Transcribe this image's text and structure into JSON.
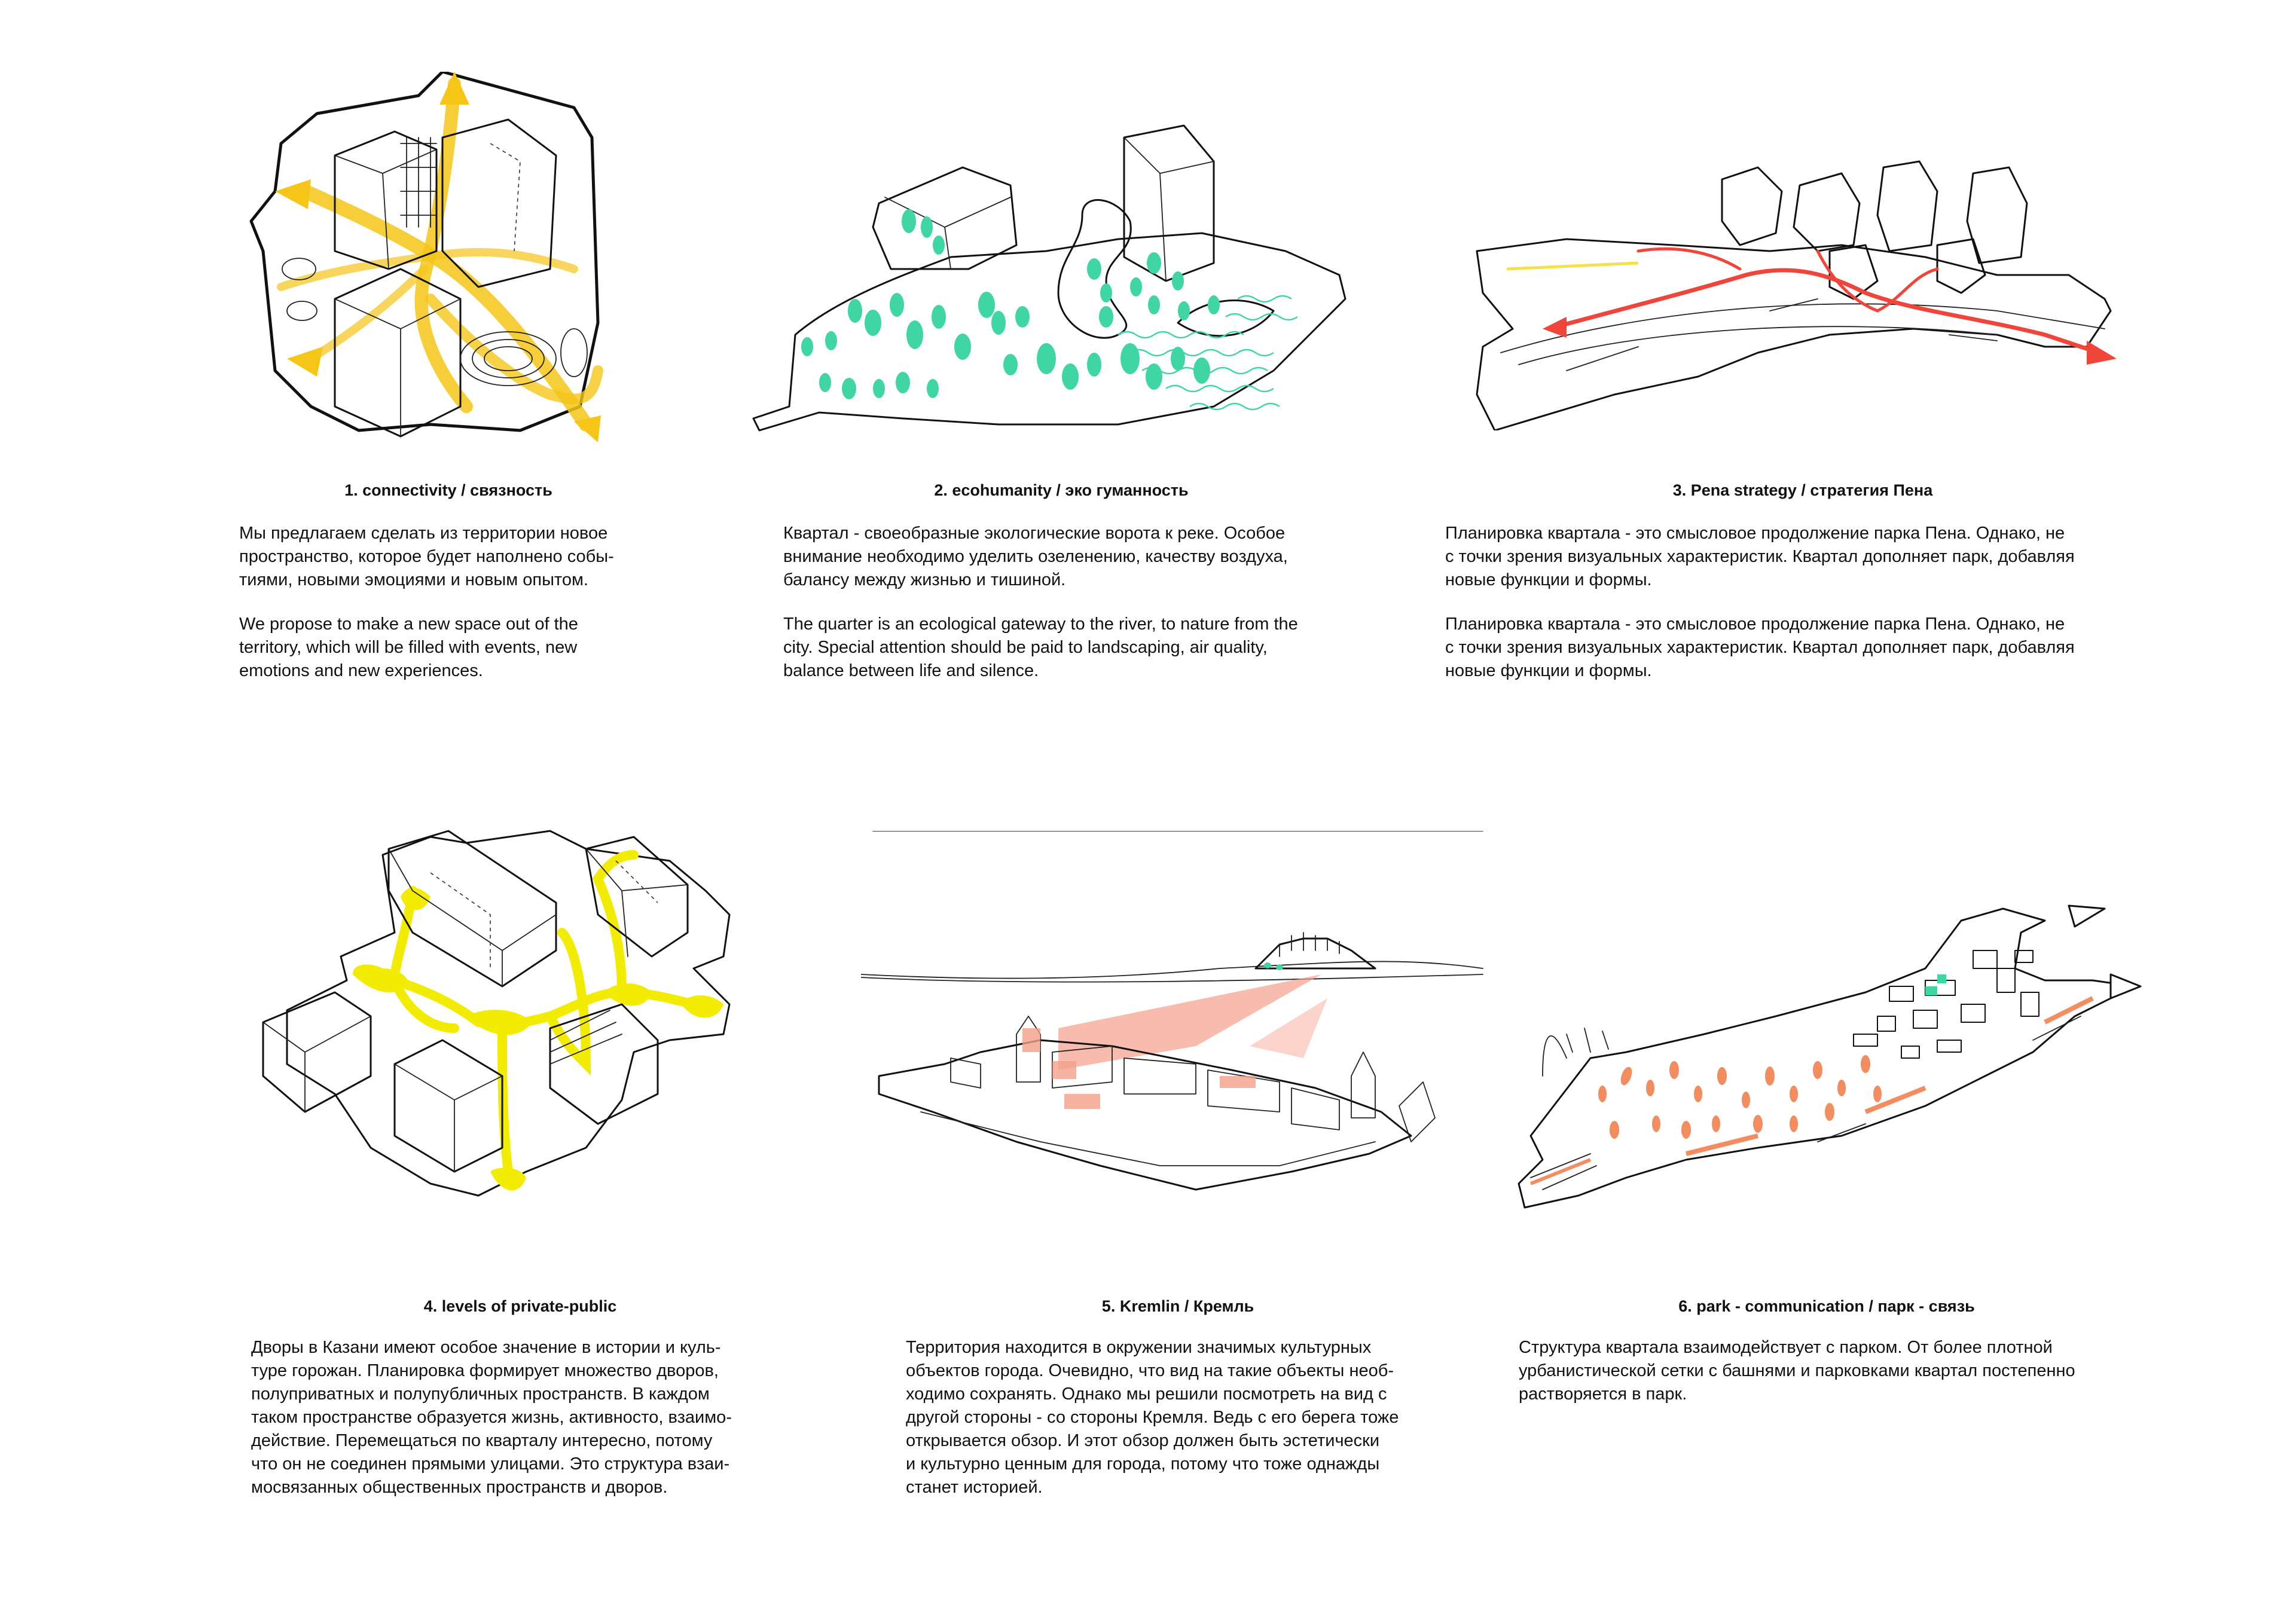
{
  "colors": {
    "connectivity": "#f5c518",
    "ecohumanity": "#3fd6a4",
    "pena": "#f0453a",
    "privatepublic": "#f2ec00",
    "kremlin": "#f4a08a",
    "park": "#f07a45",
    "ink": "#111111"
  },
  "panels": [
    {
      "title": "1. connectivity / связность",
      "paragraphs": [
        "Мы предлагаем сделать из территории новое\nпространство, которое будет наполнено собы-\nтиями, новыми эмоциями и новым опытом.",
        "We propose to make a new space out of the\nterritory, which will be filled with events, new\nemotions and new experiences."
      ]
    },
    {
      "title": "2. ecohumanity / эко гуманность",
      "paragraphs": [
        "Квартал - своеобразные экологические ворота к реке. Особое\nвнимание необходимо уделить озеленению, качеству воздуха,\nбалансу между жизнью и тишиной.",
        "The quarter is an ecological gateway to the river, to nature from the\ncity. Special attention should be paid to landscaping, air quality,\nbalance between life and silence."
      ]
    },
    {
      "title": "3. Pena strategy / стратегия Пена",
      "paragraphs": [
        "Планировка квартала - это смысловое продолжение парка Пена. Однако, не\nс точки зрения визуальных характеристик. Квартал дополняет парк, добавляя\nновые функции и формы.",
        "Планировка квартала - это смысловое продолжение парка Пена. Однако, не\nс точки зрения визуальных характеристик. Квартал дополняет парк, добавляя\nновые функции и формы."
      ]
    },
    {
      "title": "4. levels of private-public",
      "paragraphs": [
        "Дворы в Казани имеют особое значение в истории и куль-\nтуре горожан. Планировка формирует множество дворов,\nполуприватных и полупубличных пространств. В каждом\nтаком пространстве образуется жизнь, активносто, взаимо-\nдействие.   Перемещаться по кварталу интересно, потому\nчто он не соединен прямыми улицами. Это структура взаи-\nмосвязанных общественных пространств и дворов."
      ]
    },
    {
      "title": "5. Kremlin / Кремль",
      "paragraphs": [
        "Территория находится в окружении значимых культурных\nобъектов города. Очевидно, что вид на такие объекты необ-\nходимо сохранять. Однако мы решили посмотреть на вид с\nдругой стороны - со стороны Кремля. Ведь с его берега тоже\nоткрывается обзор. И этот обзор должен быть эстетически\nи культурно ценным для города, потому что тоже однажды\nстанет историей."
      ]
    },
    {
      "title": "6.  park - communication / парк - связь",
      "paragraphs": [
        "Структура квартала взаимодействует с парком. От более плотной\nурбанистической сетки с башнями и парковками квартал постепенно\nрастворяется в парк."
      ]
    }
  ]
}
